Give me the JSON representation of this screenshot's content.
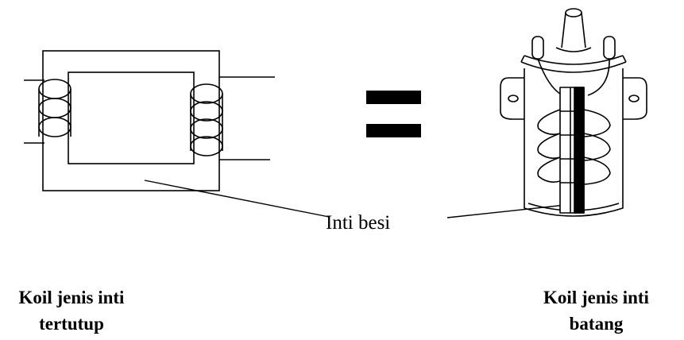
{
  "core_label": "Inti besi",
  "closed_core_caption": {
    "line1": "Koil jenis inti",
    "line2": "tertutup"
  },
  "rod_core_caption": {
    "line1": "Koil jenis inti",
    "line2": "batang"
  },
  "colors": {
    "ink": "#000000",
    "background": "#ffffff"
  }
}
